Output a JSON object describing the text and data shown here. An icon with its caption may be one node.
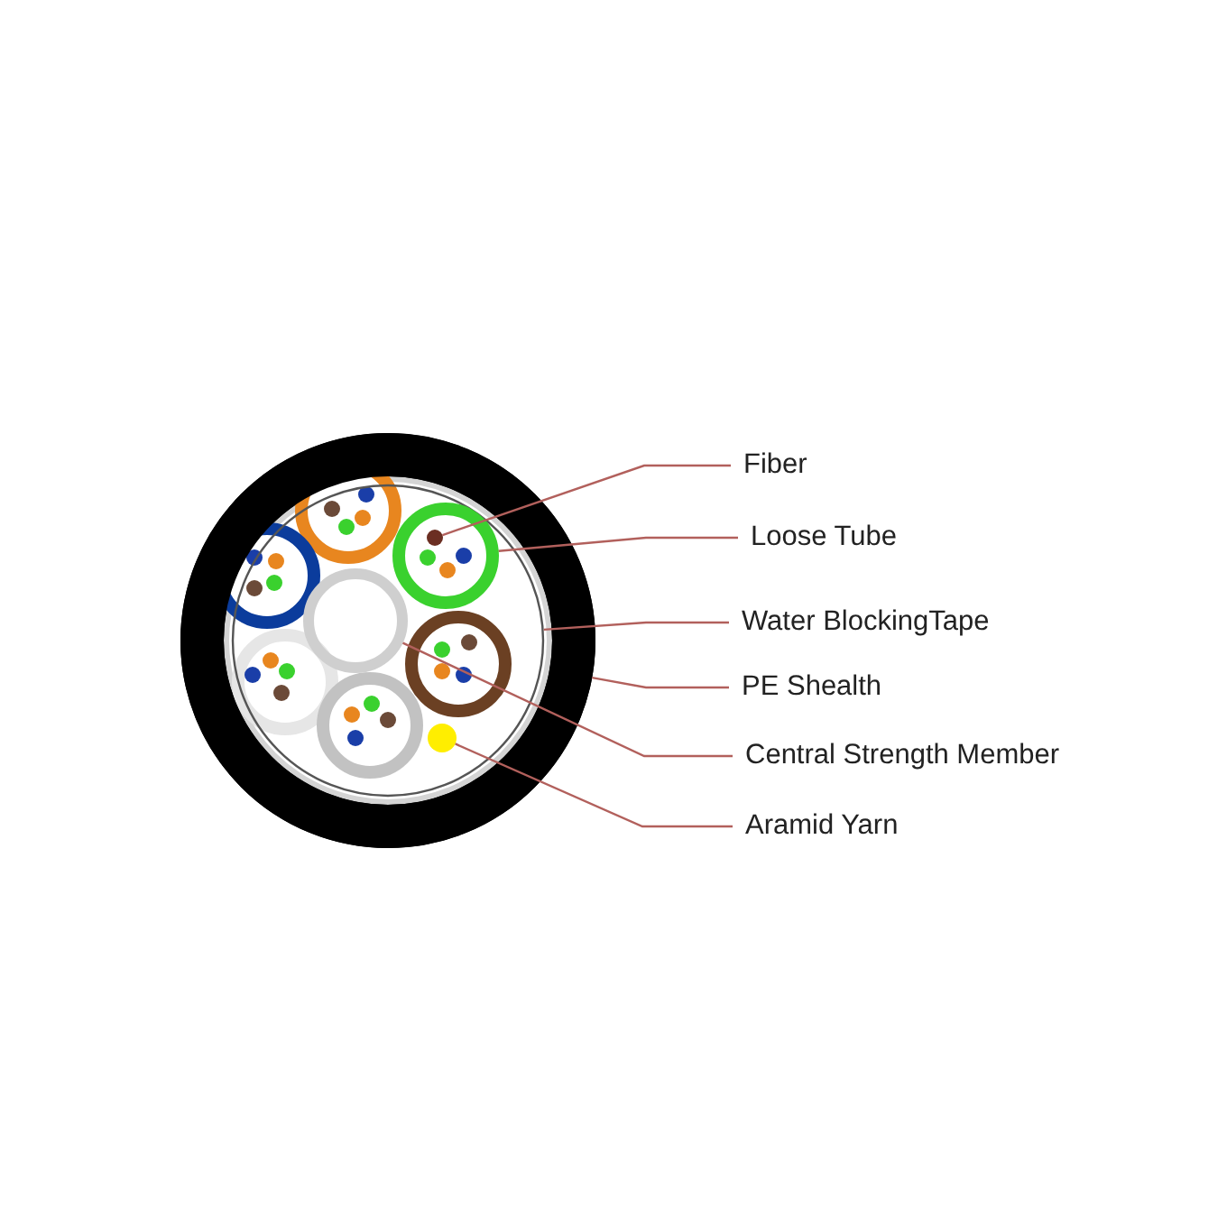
{
  "diagram": {
    "nodes": [
      {
        "text": [
          "Fiber"
        ]
      },
      {
        "text": [
          "Loose Tube"
        ]
      },
      {
        "text": [
          "Water BlockingTape"
        ]
      },
      {
        "text": [
          "PE Shealth"
        ]
      },
      {
        "text": [
          "Central Strength Member"
        ]
      },
      {
        "text": [
          "Aramid Yarn"
        ]
      },
      {
        "text": [],
        "shape": "circle",
        "in": 7
      },
      {
        "text": [],
        "shape": "circle",
        "in": 8
      },
      {
        "text": [],
        "shape": "circle",
        "in": 9
      },
      {
        "text": [],
        "shape": "circle"
      },
      {
        "text": [],
        "shape": "circle",
        "in": 8
      },
      {
        "text": [],
        "shape": "circle",
        "in": 8
      }
    ],
    "edges": [
      {
        "from": 0,
        "to": 6,
        "arrow": "none"
      },
      {
        "from": 1,
        "to": 7,
        "arrow": "none"
      },
      {
        "from": 2,
        "to": 8,
        "arrow": "none"
      },
      {
        "from": 3,
        "to": 9,
        "arrow": "none"
      },
      {
        "from": 4,
        "to": 10,
        "arrow": "none"
      },
      {
        "from": 5,
        "to": 11,
        "arrow": "none"
      }
    ]
  }
}
